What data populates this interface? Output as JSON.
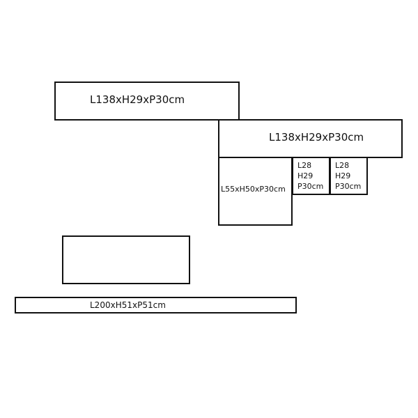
{
  "diagram": {
    "shelf_top_left": {
      "label": "L138xH29xP30cm"
    },
    "shelf_top_right": {
      "label": "L138xH29xP30cm"
    },
    "cabinet_middle": {
      "label": "L55xH50xP30cm"
    },
    "cube_a": {
      "line1": "L28",
      "line2": "H29",
      "line3": "P30cm"
    },
    "cube_b": {
      "line1": "L28",
      "line2": "H29",
      "line3": "P30cm"
    },
    "panel_unlabeled": {},
    "base_unit": {
      "label": "L200xH51xP51cm"
    }
  },
  "colors": {
    "outline": "#111111",
    "background": "#ffffff",
    "text": "#111111"
  }
}
